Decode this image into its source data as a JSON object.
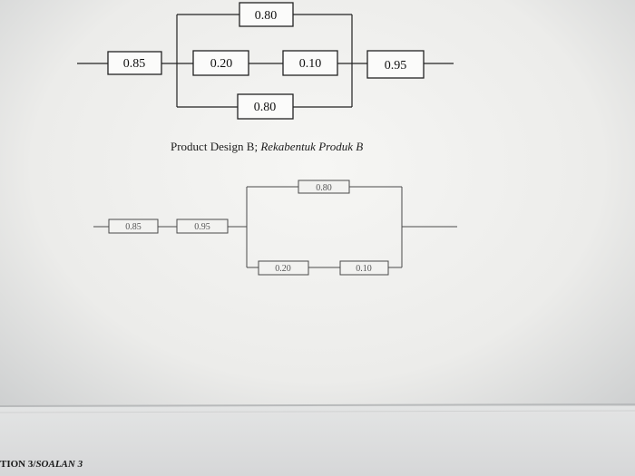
{
  "design_a": {
    "series_in": "0.85",
    "parallel_top": "0.80",
    "middle_left": "0.20",
    "middle_right": "0.10",
    "parallel_bottom": "0.80",
    "series_out": "0.95"
  },
  "caption": {
    "text": "Product Design B; ",
    "italic": "Rekabentuk Produk B"
  },
  "design_b": {
    "series_1": "0.85",
    "series_2": "0.95",
    "parallel_top": "0.80",
    "lower_left": "0.20",
    "lower_right": "0.10"
  },
  "footer": {
    "text": "TION 3/",
    "italic": "SOALAN 3"
  }
}
